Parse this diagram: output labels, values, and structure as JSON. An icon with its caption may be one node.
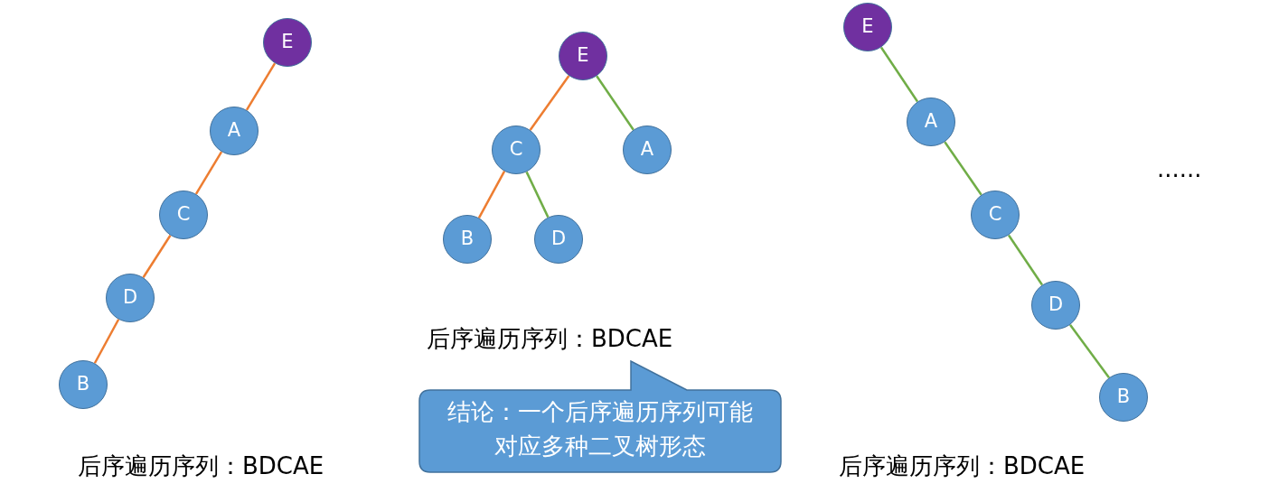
{
  "diagram": {
    "nodes": [
      {
        "text": [
          "E"
        ]
      },
      {
        "text": [
          "A"
        ]
      },
      {
        "text": [
          "C"
        ]
      },
      {
        "text": [
          "D"
        ]
      },
      {
        "text": [
          "B"
        ]
      },
      {
        "text": [
          "E"
        ]
      },
      {
        "text": [
          "C"
        ]
      },
      {
        "text": [
          "A"
        ]
      },
      {
        "text": [
          "B"
        ]
      },
      {
        "text": [
          "D"
        ]
      },
      {
        "text": [
          "E"
        ]
      },
      {
        "text": [
          "A"
        ]
      },
      {
        "text": [
          "C"
        ]
      },
      {
        "text": [
          "D"
        ]
      },
      {
        "text": [
          "B"
        ]
      },
      {
        "text": [
          "结论：一个后序遍历序列可能对应多种二叉树形态"
        ]
      }
    ],
    "edges": [
      {
        "from": 0,
        "to": 1,
        "arrow": "none",
        "color": "#ed7d31"
      },
      {
        "from": 1,
        "to": 2,
        "arrow": "none",
        "color": "#ed7d31"
      },
      {
        "from": 2,
        "to": 3,
        "arrow": "none",
        "color": "#ed7d31"
      },
      {
        "from": 3,
        "to": 4,
        "arrow": "none",
        "color": "#ed7d31"
      },
      {
        "from": 5,
        "to": 6,
        "arrow": "none",
        "color": "#ed7d31"
      },
      {
        "from": 5,
        "to": 7,
        "arrow": "none",
        "color": "#70ad47"
      },
      {
        "from": 6,
        "to": 8,
        "arrow": "none",
        "color": "#ed7d31"
      },
      {
        "from": 6,
        "to": 9,
        "arrow": "none",
        "color": "#70ad47"
      },
      {
        "from": 10,
        "to": 11,
        "arrow": "none",
        "color": "#70ad47"
      },
      {
        "from": 11,
        "to": 12,
        "arrow": "none",
        "color": "#70ad47"
      },
      {
        "from": 12,
        "to": 13,
        "arrow": "none",
        "color": "#70ad47"
      },
      {
        "from": 13,
        "to": 14,
        "arrow": "none",
        "color": "#70ad47"
      }
    ],
    "labels": [
      "后序遍历序列：BDCAE",
      "后序遍历序列：BDCAE",
      "后序遍历序列：BDCAE",
      "......"
    ]
  }
}
